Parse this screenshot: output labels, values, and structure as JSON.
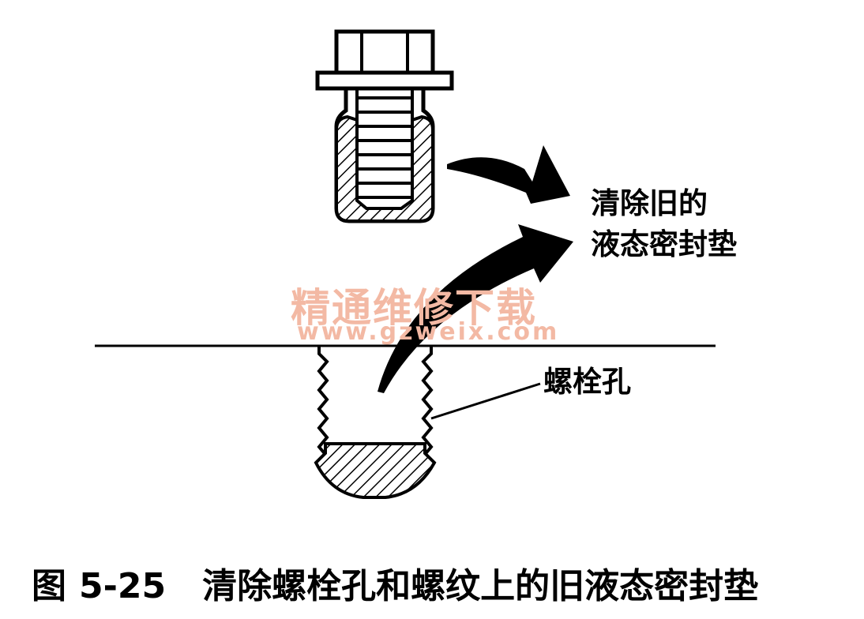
{
  "labels": {
    "remove_line1": "清除旧的",
    "remove_line2": "液态密封垫",
    "bolt_hole": "螺栓孔"
  },
  "watermark": {
    "text": "精通维修下载",
    "url": "www.gzweix.com",
    "color": "#f3b9a4"
  },
  "caption": {
    "prefix": "图",
    "number": "5-25",
    "title": "清除螺栓孔和螺纹上的旧液态密封垫"
  }
}
